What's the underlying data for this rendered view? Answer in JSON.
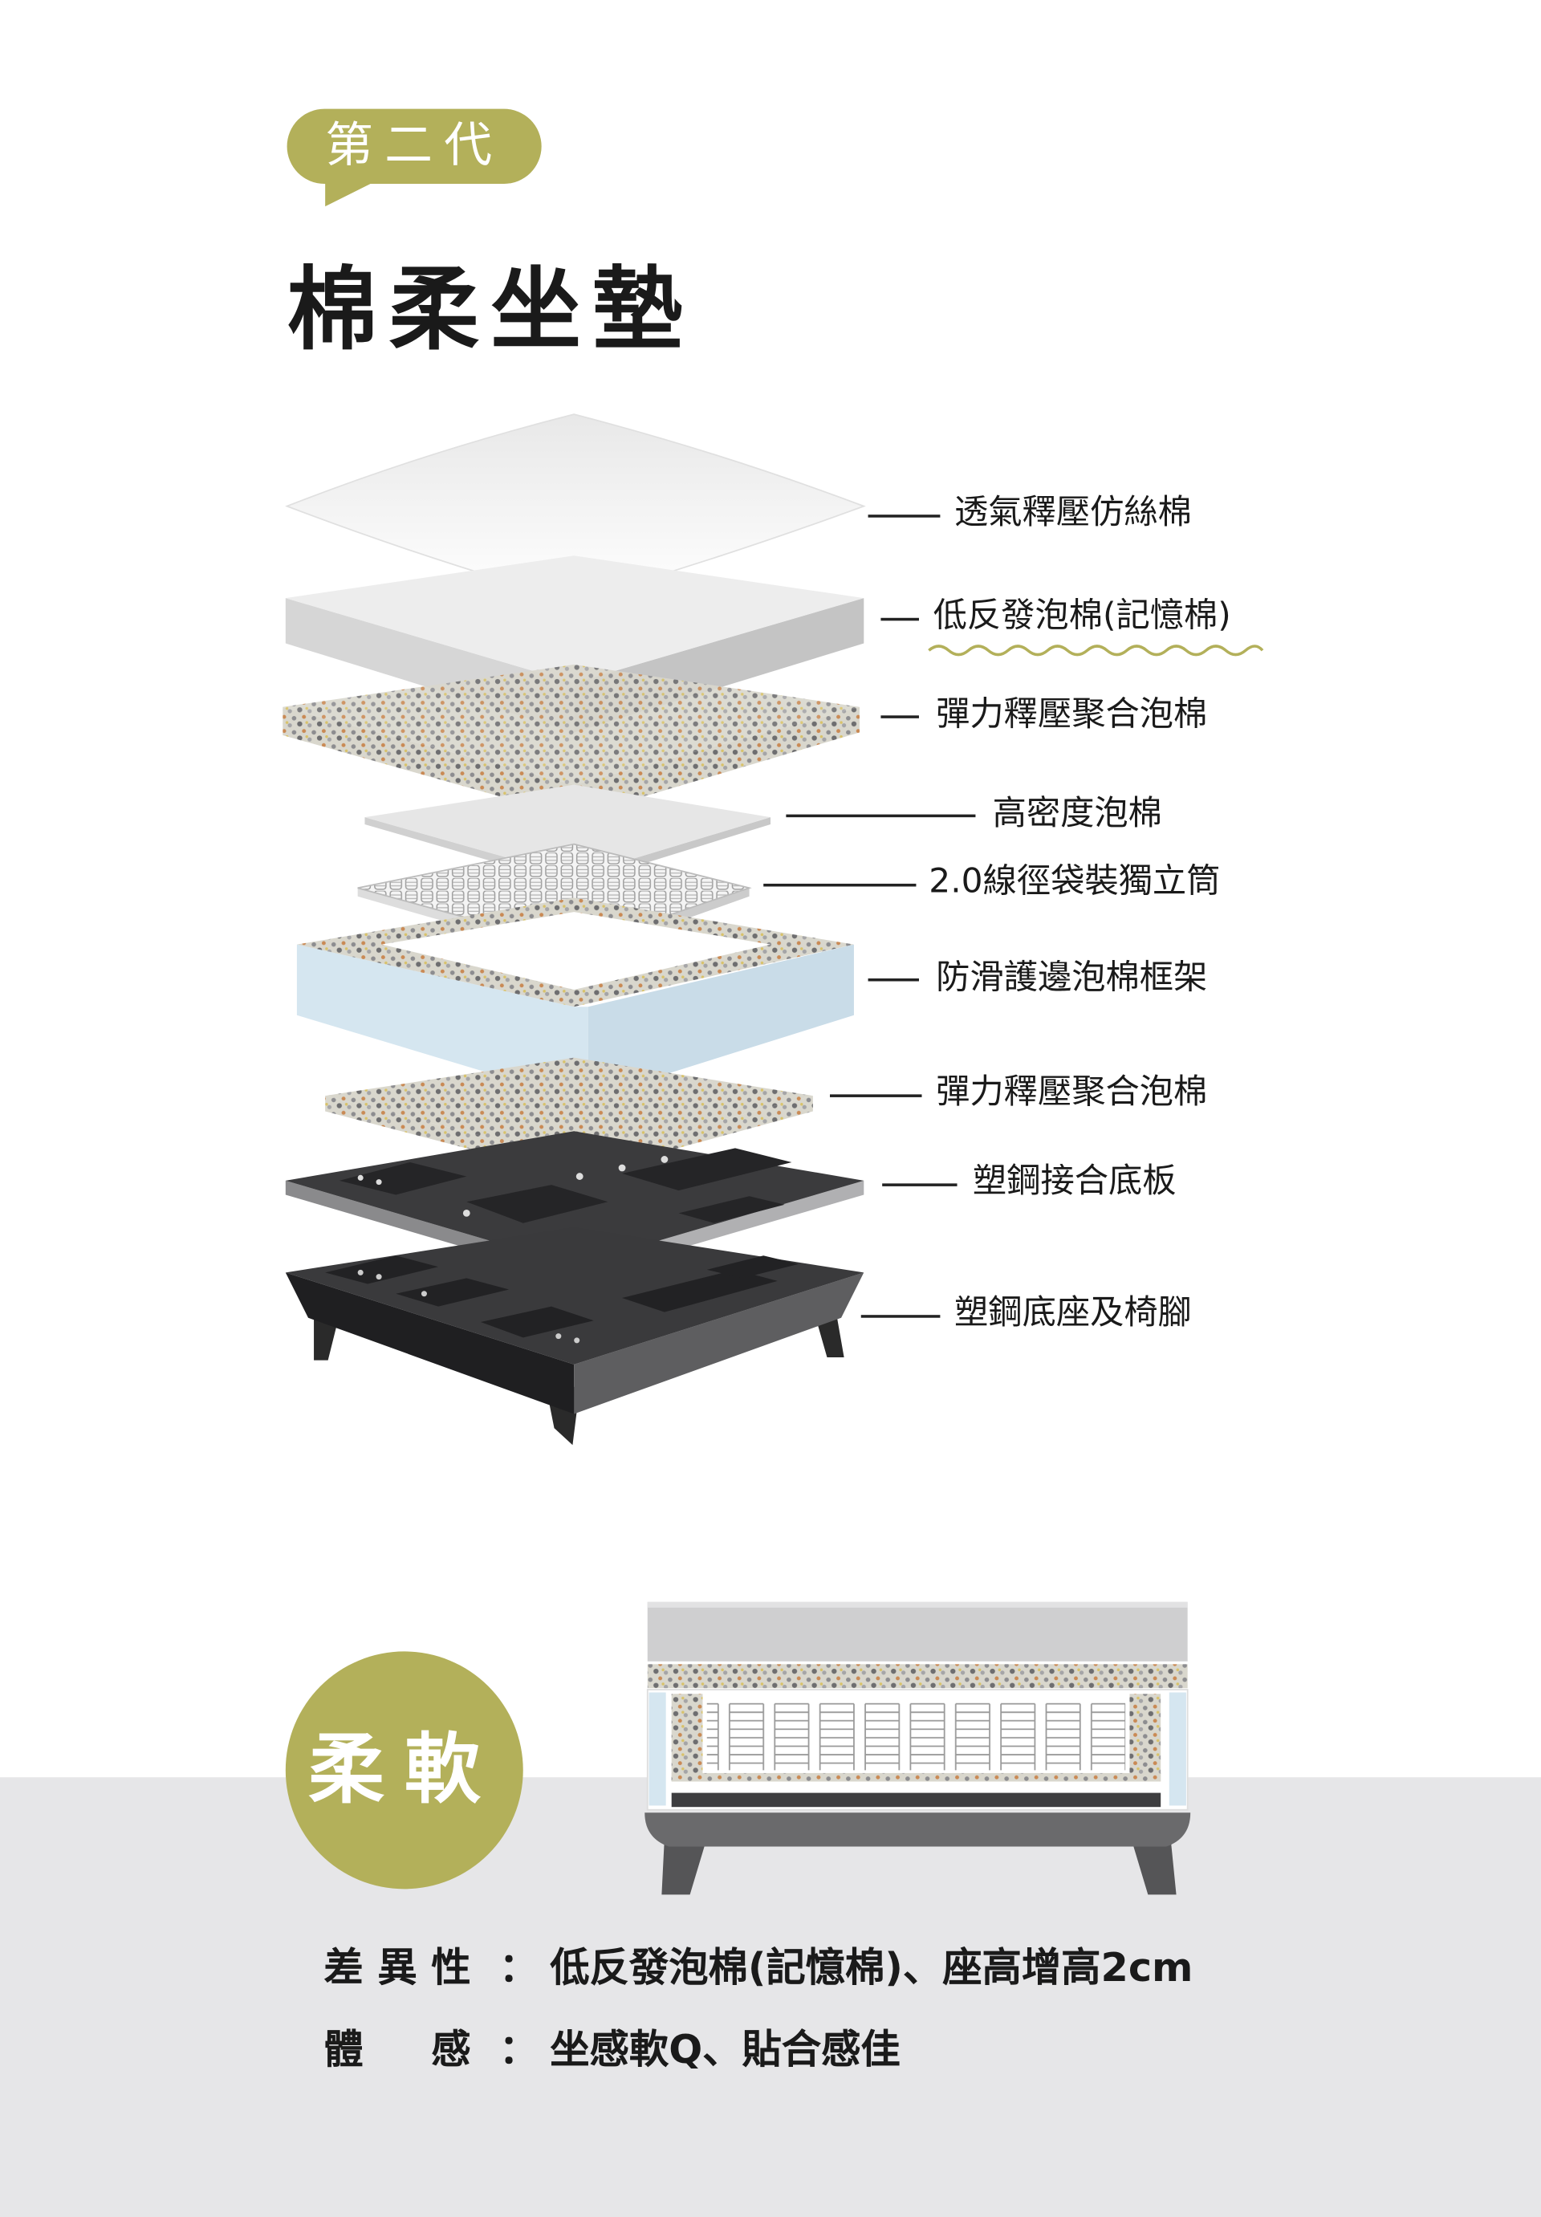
{
  "badge": "第二代",
  "title": "棉柔坐墊",
  "layers": [
    "透氣釋壓仿絲棉",
    "低反發泡棉(記憶棉)",
    "彈力釋壓聚合泡棉",
    "高密度泡棉",
    "2.0線徑袋裝獨立筒",
    "防滑護邊泡棉框架",
    "彈力釋壓聚合泡棉",
    "塑鋼接合底板",
    "塑鋼底座及椅腳"
  ],
  "feature": "柔軟",
  "specs": [
    {
      "key": "差異性",
      "colon": "：",
      "value": "低反發泡棉(記憶棉)、座高增高2cm"
    },
    {
      "key": "體　感",
      "colon": "：",
      "value": "坐感軟Q、貼合感佳"
    }
  ],
  "colors": {
    "accent": "#b3b05a",
    "band": "#e6e6e8",
    "frame_blue": "#d5e6f0"
  }
}
